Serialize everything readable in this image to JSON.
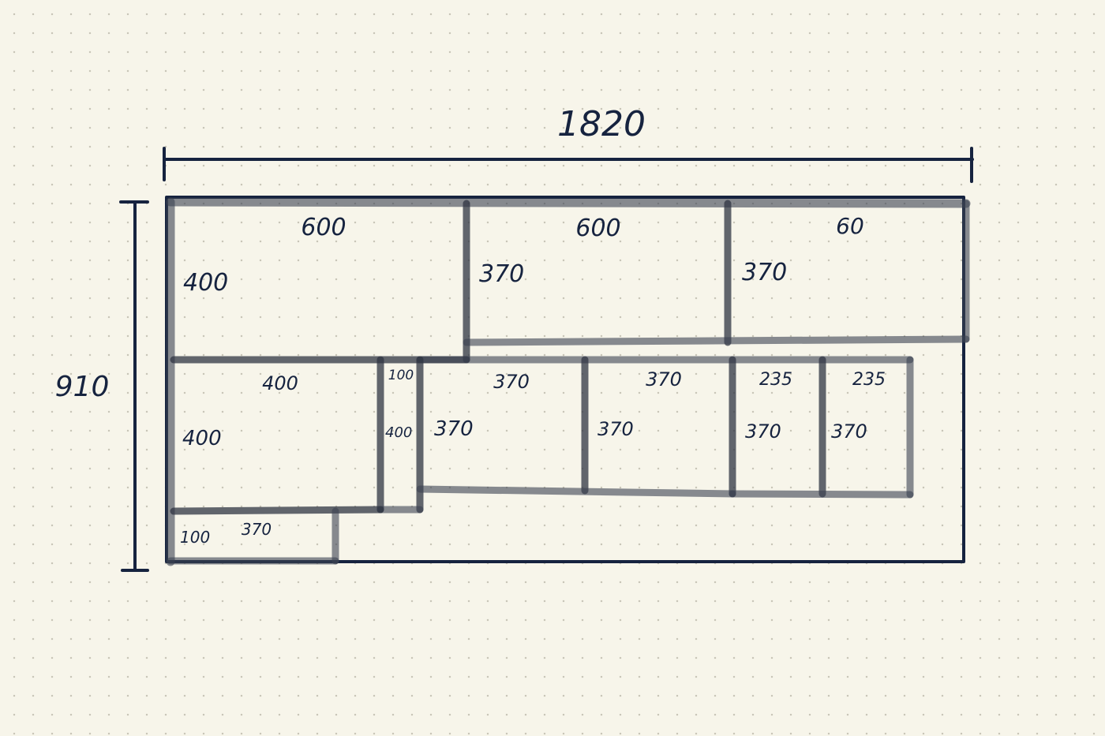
{
  "colors": {
    "paper": "#f7f5ea",
    "dots": "#c9c6b8",
    "ink": "#16233f",
    "board_stroke": "#3b4150"
  },
  "dimensions": {
    "total_width": "1820",
    "total_height": "910"
  },
  "top_row": {
    "cell1": {
      "width": "600",
      "height": "400"
    },
    "cell2": {
      "width": "600",
      "height": "370"
    },
    "cell3": {
      "width": "60",
      "height": "370"
    }
  },
  "middle_row": {
    "cell_a": {
      "width": "400",
      "height": "400"
    },
    "cell_b": {
      "width": "100",
      "height": "400"
    },
    "cell_c": {
      "width": "370",
      "height": "370"
    },
    "cell_d": {
      "width": "370",
      "height": "370"
    },
    "cell_e": {
      "width": "235",
      "height": "370"
    },
    "cell_f": {
      "width": "235",
      "height": "370"
    }
  },
  "bottom_row": {
    "cell_a": {
      "height": "100",
      "width": "370"
    }
  }
}
